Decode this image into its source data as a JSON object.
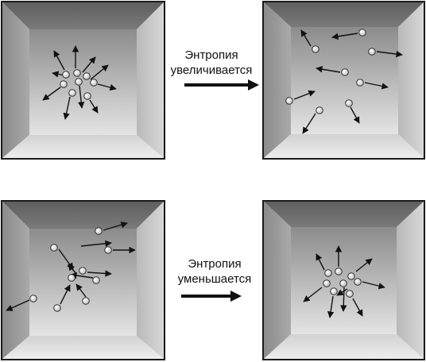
{
  "transitions": [
    {
      "line1": "Энтропия",
      "line2": "увеличивается"
    },
    {
      "line1": "Энтропия",
      "line2": "уменьшается"
    }
  ],
  "colors": {
    "frame": "#1a1a1a",
    "wall_top": "#6f6f6f",
    "wall_side": "#9a9a9a",
    "wall_bottom": "#d5d5d5",
    "particle": "#e6e6e6",
    "arrow": "#111111"
  }
}
